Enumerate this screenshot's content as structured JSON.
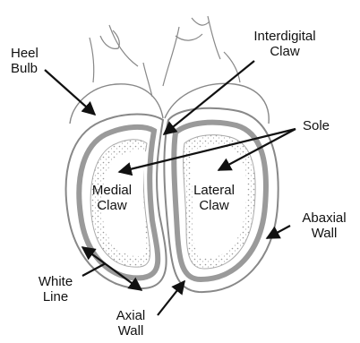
{
  "diagram": {
    "colors": {
      "ink": "#111111",
      "outline": "#888888",
      "wall_shading": "#9a9a9a",
      "background": "#ffffff"
    },
    "labels": {
      "heel_bulb": [
        "Heel",
        "Bulb"
      ],
      "interdigital_claw": [
        "Interdigital",
        "Claw"
      ],
      "sole": "Sole",
      "medial_claw": [
        "Medial",
        "Claw"
      ],
      "lateral_claw": [
        "Lateral",
        "Claw"
      ],
      "abaxial_wall": [
        "Abaxial",
        "Wall"
      ],
      "white_line": [
        "White",
        "Line"
      ],
      "axial_wall": [
        "Axial",
        "Wall"
      ]
    }
  }
}
